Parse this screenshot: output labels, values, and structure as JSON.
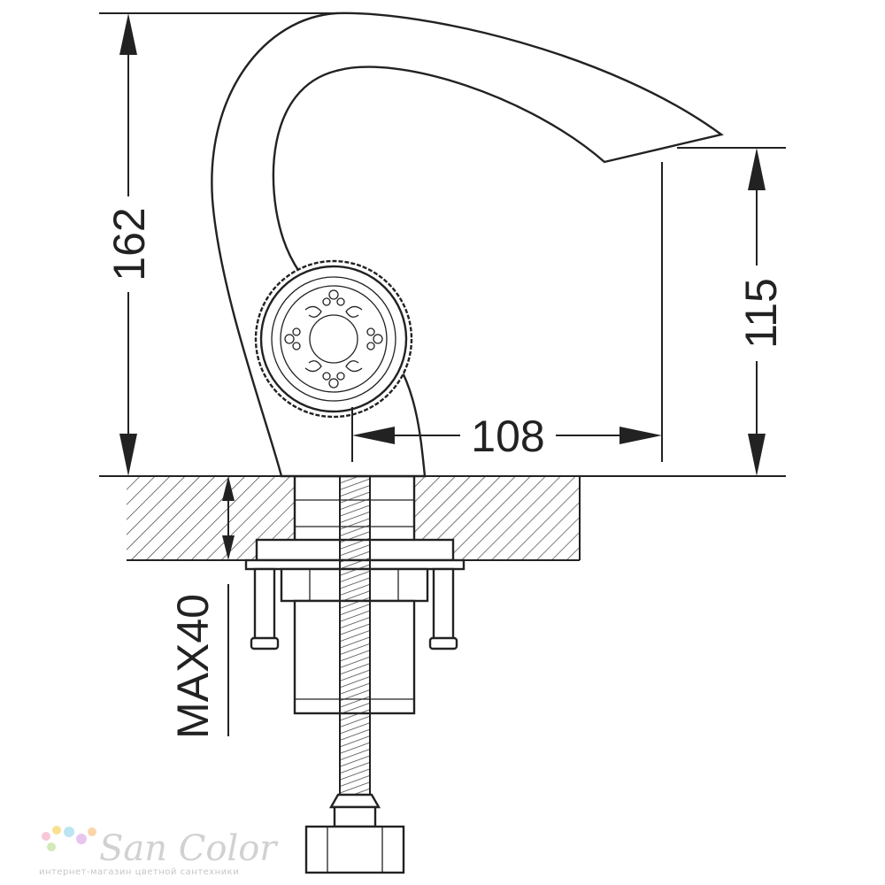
{
  "dimensions": {
    "total_height": "162",
    "spout_height": "115",
    "spout_reach": "108",
    "max_deck_thickness": "MAX40"
  },
  "watermark": {
    "brand": "San Color",
    "tagline": "интернет-магазин цветной сантехники",
    "dot_colors": [
      "#f7c6d6",
      "#f9e08a",
      "#b9e3f3",
      "#cfe9b4",
      "#e7c2ee",
      "#fbd3a6"
    ]
  }
}
